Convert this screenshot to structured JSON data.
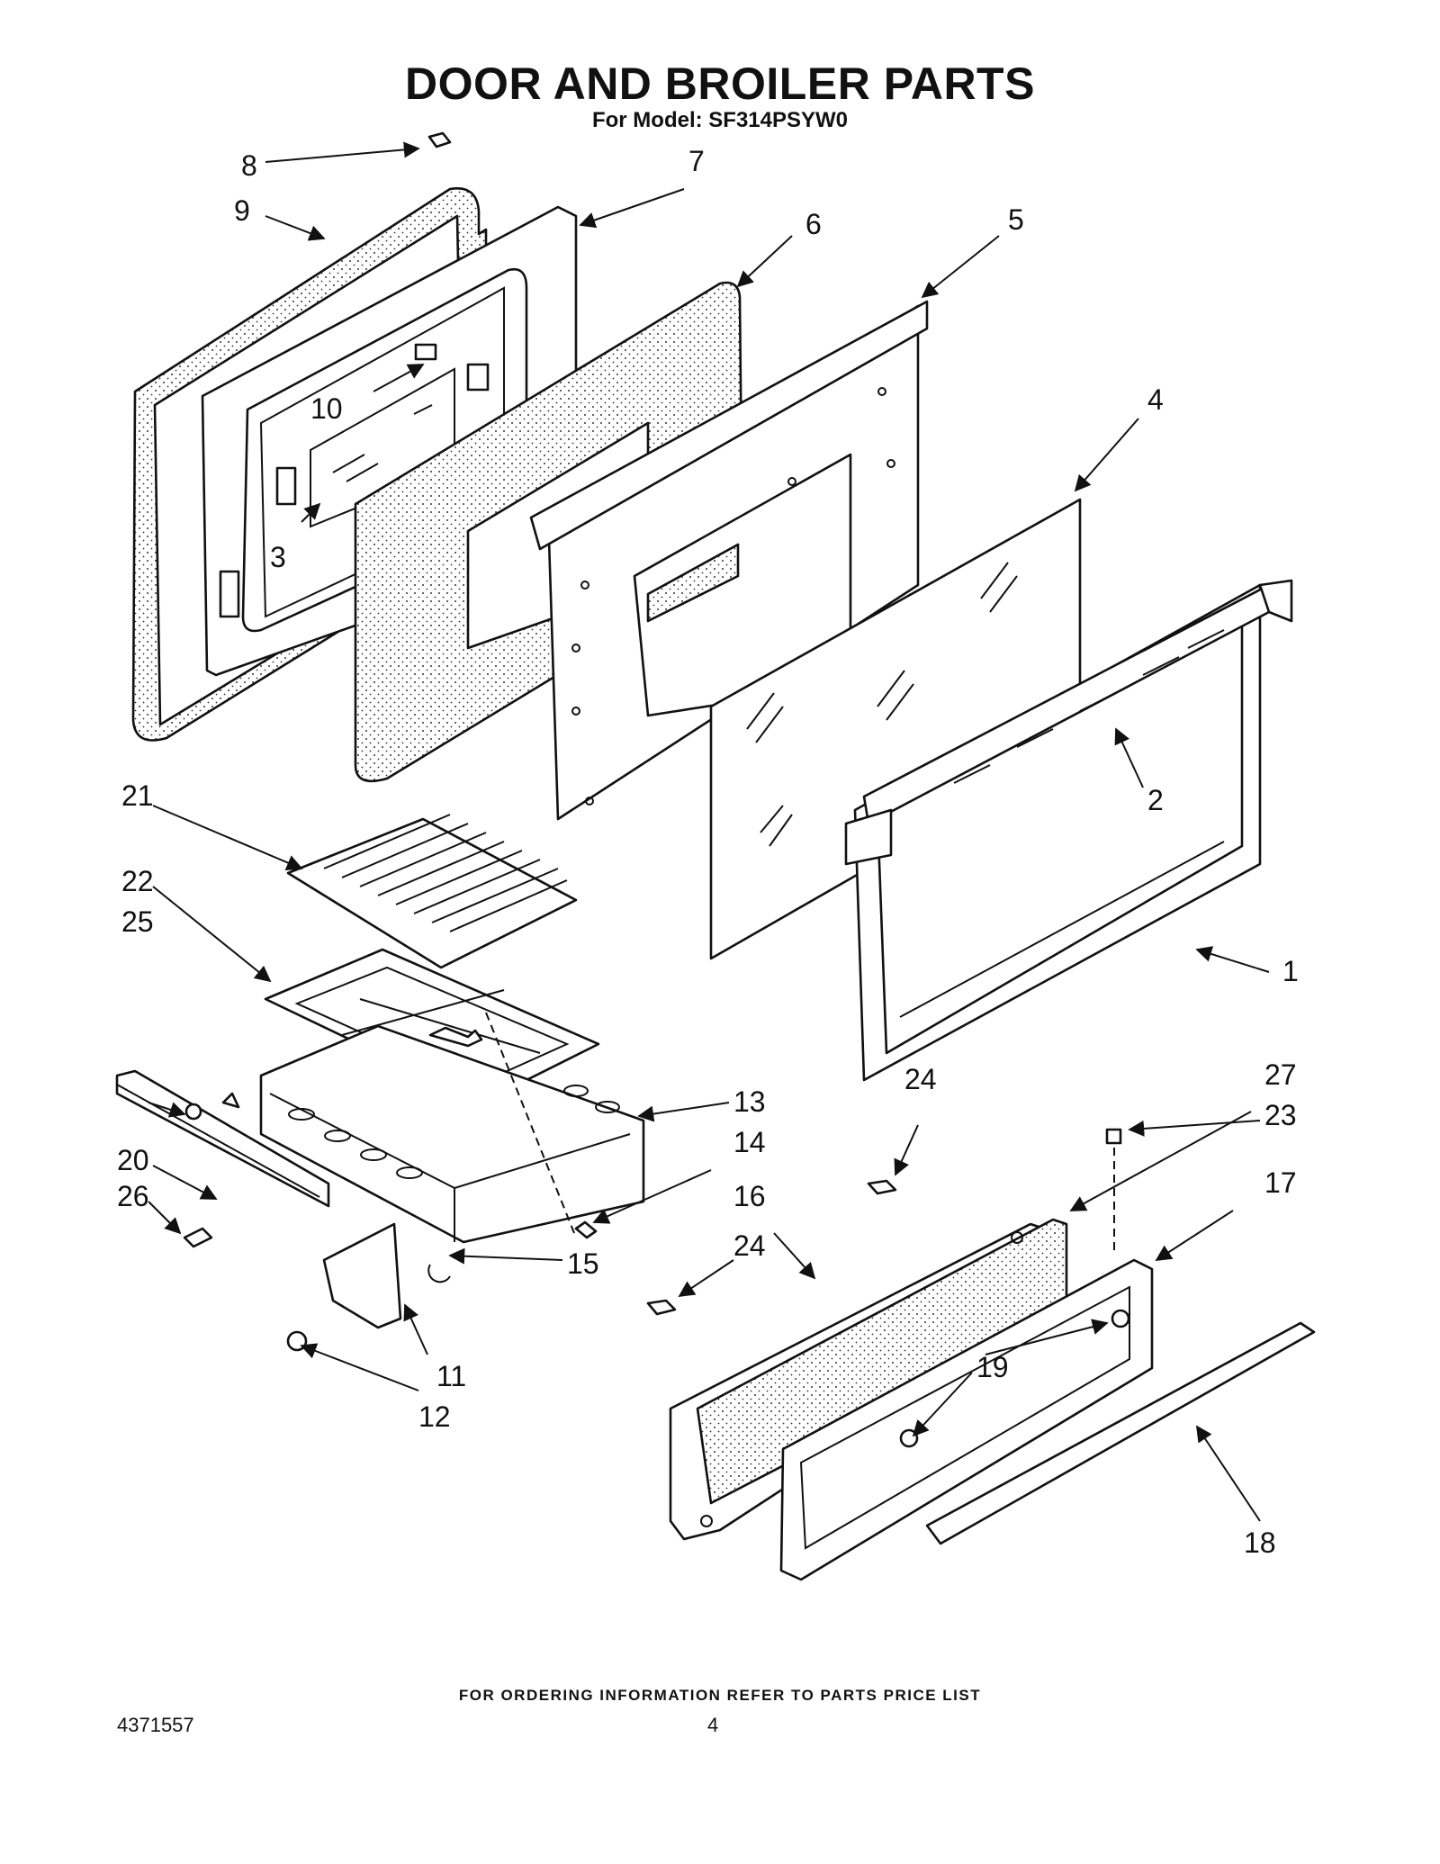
{
  "header": {
    "title": "DOOR AND BROILER PARTS",
    "subtitle": "For Model: SF314PSYW0"
  },
  "footer": {
    "ordering_note": "FOR ORDERING INFORMATION REFER TO PARTS PRICE LIST",
    "document_number": "4371557",
    "page_number": "4"
  },
  "callouts": [
    "1",
    "2",
    "3",
    "4",
    "5",
    "6",
    "7",
    "8",
    "9",
    "10",
    "11",
    "12",
    "13",
    "14",
    "15",
    "16",
    "17",
    "18",
    "19",
    "20",
    "21",
    "22",
    "23",
    "24",
    "25",
    "26",
    "27"
  ]
}
